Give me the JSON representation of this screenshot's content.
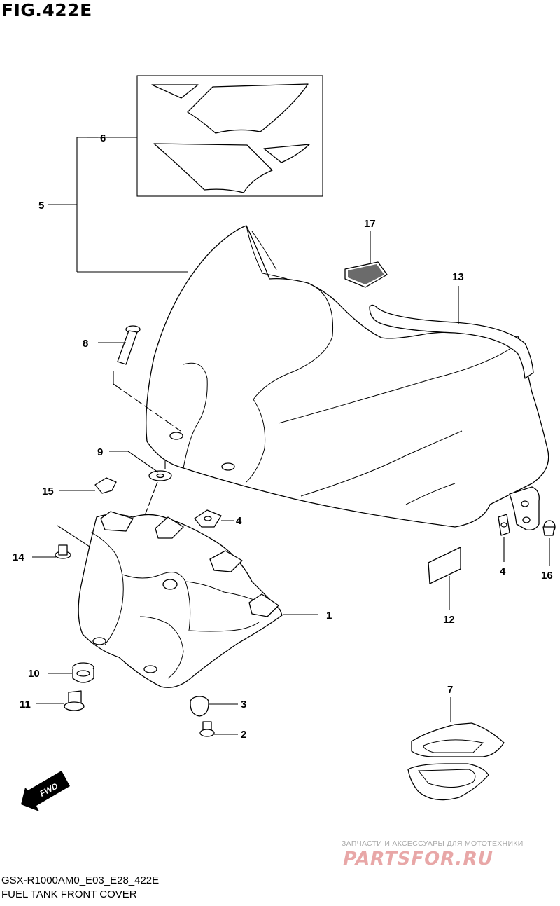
{
  "figure_title": "FIG.422E",
  "callouts": [
    "1",
    "2",
    "3",
    "4",
    "4",
    "5",
    "6",
    "7",
    "8",
    "9",
    "10",
    "11",
    "12",
    "13",
    "14",
    "15",
    "16",
    "17"
  ],
  "fwd_label": "FWD",
  "watermark": {
    "tagline": "ЗАПЧАСТИ И АКСЕССУАРЫ ДЛЯ МОТОТЕХНИКИ",
    "logo": "PARTSFOR.RU"
  },
  "footer": {
    "code": "GSX-R1000AM0_E03_E28_422E",
    "caption": "FUEL TANK FRONT COVER"
  }
}
